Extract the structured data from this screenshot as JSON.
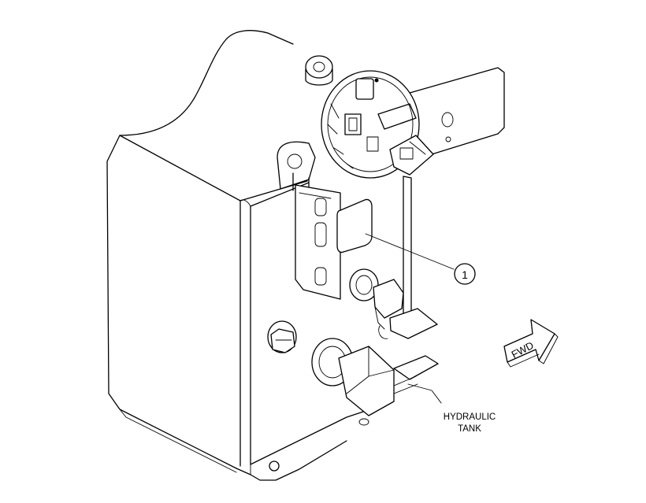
{
  "callouts": [
    {
      "label": "1"
    }
  ],
  "labels": {
    "tank_line1": "HYDRAULIC",
    "tank_line2": "TANK",
    "direction": "FWD"
  },
  "icons": {
    "direction_arrow": "fwd-arrow-icon",
    "callout": "callout-circle-icon"
  },
  "colors": {
    "line": "#000000",
    "background": "#ffffff"
  }
}
